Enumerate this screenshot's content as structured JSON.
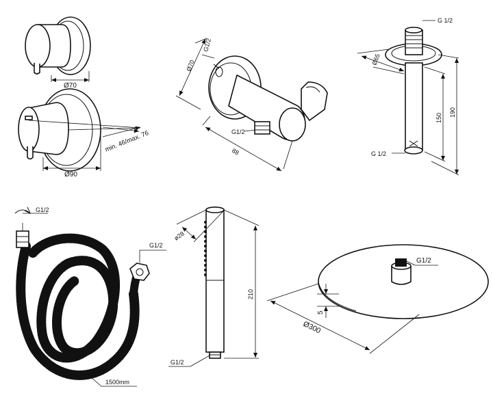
{
  "labels": {
    "mixer_front_dia": "Ø70",
    "mixer_side_range": "min. 46/max. 76",
    "mixer_side_dia": "Ø90",
    "holder_dia": "Ø70",
    "holder_thread_top": "G1/2",
    "holder_thread_bottom": "G1/2",
    "holder_length": "88",
    "arm_thread_top": "G 1/2",
    "arm_dia": "Ø65",
    "arm_len_inner": "150",
    "arm_len_outer": "190",
    "arm_thread_bottom": "G 1/2",
    "hose_thread_left": "G1/2",
    "hose_thread_right": "G1/2",
    "hose_length": "1500mm",
    "hand_dia": "ø28",
    "hand_length": "210",
    "hand_thread": "G1/2",
    "head_thread": "G1/2",
    "head_thickness": "5",
    "head_dia": "Ø300"
  }
}
